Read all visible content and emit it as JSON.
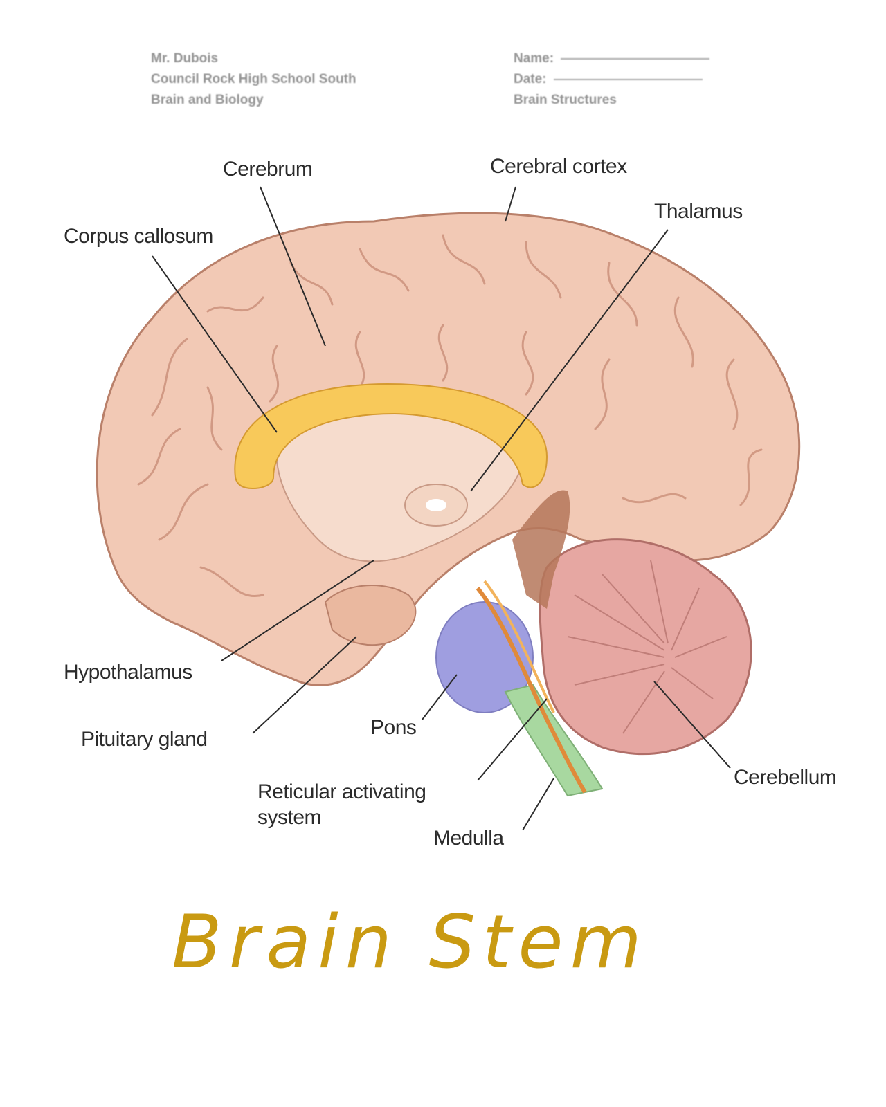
{
  "header": {
    "teacher": "Mr. Dubois",
    "school": "Council Rock High School South",
    "course": "Brain and Biology",
    "name_label": "Name:",
    "date_label": "Date:",
    "topic": "Brain Structures"
  },
  "labels": {
    "cerebrum": "Cerebrum",
    "cerebral_cortex": "Cerebral cortex",
    "thalamus": "Thalamus",
    "corpus_callosum": "Corpus callosum",
    "hypothalamus": "Hypothalamus",
    "pituitary_gland": "Pituitary gland",
    "pons": "Pons",
    "reticular_line1": "Reticular activating",
    "reticular_line2": "system",
    "medulla": "Medulla",
    "cerebellum": "Cerebellum"
  },
  "title": "Brain Stem",
  "colors": {
    "cerebrum": "#f2c9b5",
    "cerebrum_outline": "#b9806a",
    "corpus_callosum": "#f8c95a",
    "pons": "#9f9ee0",
    "medulla": "#a8d8a0",
    "cerebellum": "#e6a7a2",
    "title": "#c99a12"
  }
}
